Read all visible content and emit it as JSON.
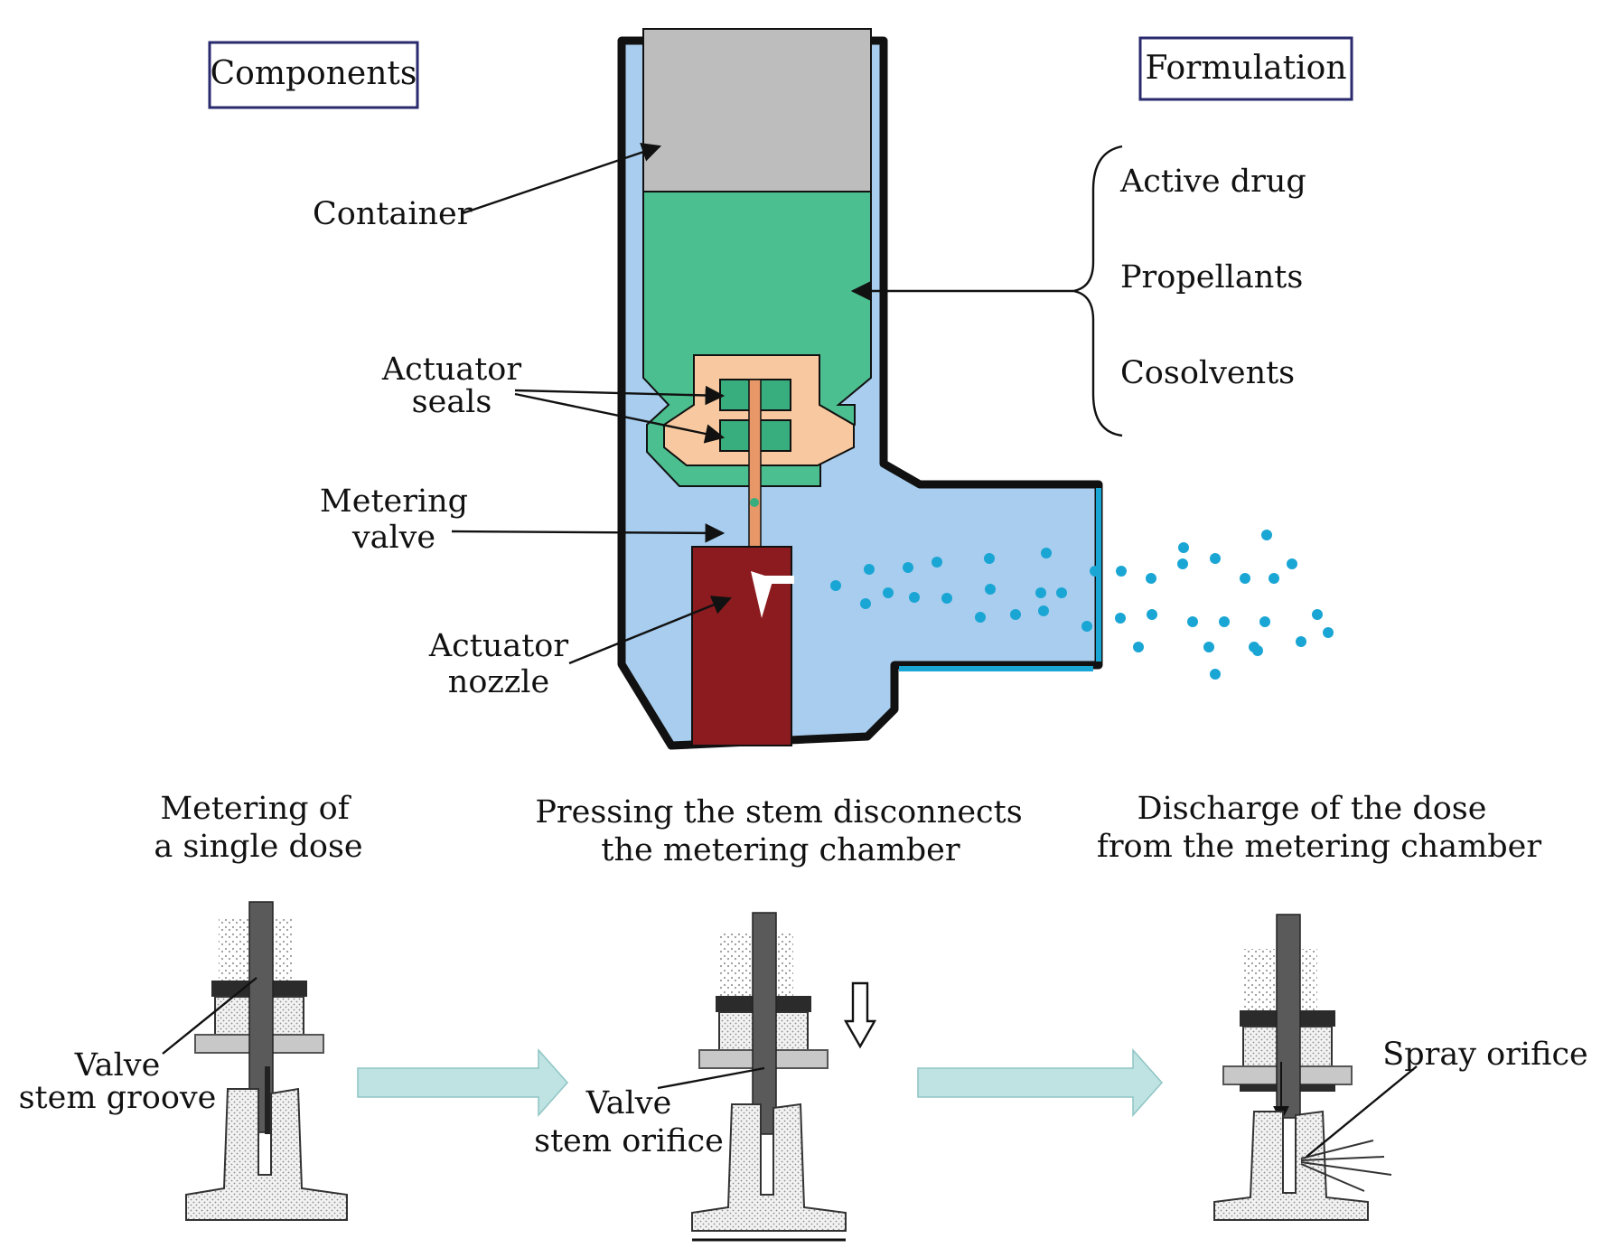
{
  "headers": {
    "components": "Components",
    "formulation": "Formulation"
  },
  "formulation_items": [
    "Active drug",
    "Propellants",
    "Cosolvents"
  ],
  "component_labels": {
    "container": "Container",
    "actuator_seals_line1": "Actuator",
    "actuator_seals_line2": "seals",
    "metering_valve_line1": "Metering",
    "metering_valve_line2": "valve",
    "actuator_nozzle_line1": "Actuator",
    "actuator_nozzle_line2": "nozzle"
  },
  "steps": [
    {
      "title_line1": "Metering of",
      "title_line2": "a single dose",
      "callout_line1": "Valve",
      "callout_line2": "stem groove"
    },
    {
      "title_line1": "Pressing the stem disconnects",
      "title_line2": "the metering chamber",
      "callout_line1": "Valve",
      "callout_line2": "stem orifice"
    },
    {
      "title_line1": "Discharge of the dose",
      "title_line2": "from the metering chamber",
      "callout_line1": "Spray orifice"
    }
  ],
  "colors": {
    "actuator_body": "#a8cdee",
    "outline": "#111111",
    "canister_top": "#bdbdbd",
    "formulation_fill": "#4cbf90",
    "valve_housing": "#f8c9a0",
    "valve_seal": "#38ad7e",
    "valve_stem": "#e89868",
    "nozzle_block": "#8b1b1e",
    "spray_droplets": "#1aa6d4",
    "flow_arrow": "#bfe3e3",
    "label_box_border": "#2a2a6e"
  }
}
